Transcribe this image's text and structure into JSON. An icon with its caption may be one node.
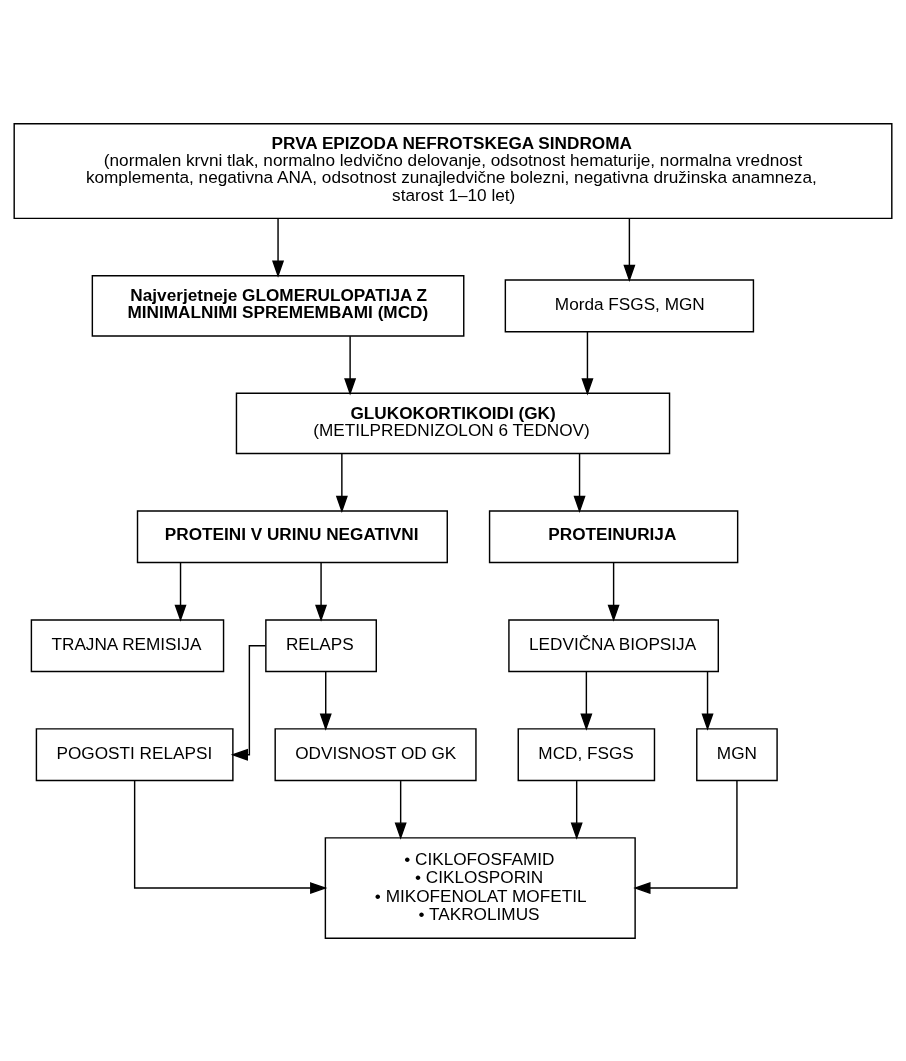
{
  "diagram": {
    "nodes": [
      {
        "text": [
          "PRVA EPIZODA NEFROTSKEGA SINDROMA",
          "(normalen krvni tlak, normalno ledvično delovanje, odsotnost hematurije, normalna vrednost komplementa, negativna ANA, odsotnost zunajledvične bolezni, negativna družinska anamneza, starost 1–10 let)"
        ]
      },
      {
        "text": [
          "Najverjetneje GLOMERULOPATIJA Z MINIMALNIMI SPREMEMBAMI (MCD)"
        ]
      },
      {
        "text": [
          "Morda FSGS, MGN"
        ]
      },
      {
        "text": [
          "GLUKOKORTIKOIDI (GK)",
          "(METILPREDNIZOLON 6 TEDNOV)"
        ]
      },
      {
        "text": [
          "PROTEINI V URINU NEGATIVNI"
        ]
      },
      {
        "text": [
          "PROTEINURIJA"
        ]
      },
      {
        "text": [
          "TRAJNA REMISIJA"
        ]
      },
      {
        "text": [
          "RELAPS"
        ]
      },
      {
        "text": [
          "LEDVIČNA BIOPSIJA"
        ]
      },
      {
        "text": [
          "POGOSTI RELAPSI"
        ]
      },
      {
        "text": [
          "ODVISNOST OD GK"
        ]
      },
      {
        "text": [
          "MCD, FSGS"
        ]
      },
      {
        "text": [
          "MGN"
        ]
      },
      {
        "text": [
          "• CIKLOFOSFAMID",
          "• CIKLOSPORIN",
          "• MIKOFENOLAT MOFETIL",
          "• TAKROLIMUS"
        ]
      }
    ],
    "edges": [
      {
        "from": 0,
        "to": 1,
        "arrow": "to"
      },
      {
        "from": 0,
        "to": 2,
        "arrow": "to"
      },
      {
        "from": 1,
        "to": 3,
        "arrow": "to"
      },
      {
        "from": 2,
        "to": 3,
        "arrow": "to"
      },
      {
        "from": 3,
        "to": 4,
        "arrow": "to"
      },
      {
        "from": 3,
        "to": 5,
        "arrow": "to"
      },
      {
        "from": 4,
        "to": 6,
        "arrow": "to"
      },
      {
        "from": 4,
        "to": 7,
        "arrow": "to"
      },
      {
        "from": 5,
        "to": 8,
        "arrow": "to"
      },
      {
        "from": 7,
        "to": 9,
        "arrow": "to"
      },
      {
        "from": 7,
        "to": 10,
        "arrow": "to"
      },
      {
        "from": 8,
        "to": 11,
        "arrow": "to"
      },
      {
        "from": 8,
        "to": 12,
        "arrow": "to"
      },
      {
        "from": 9,
        "to": 13,
        "arrow": "to"
      },
      {
        "from": 10,
        "to": 13,
        "arrow": "to"
      },
      {
        "from": 11,
        "to": 13,
        "arrow": "to"
      },
      {
        "from": 12,
        "to": 13,
        "arrow": "to"
      }
    ]
  }
}
